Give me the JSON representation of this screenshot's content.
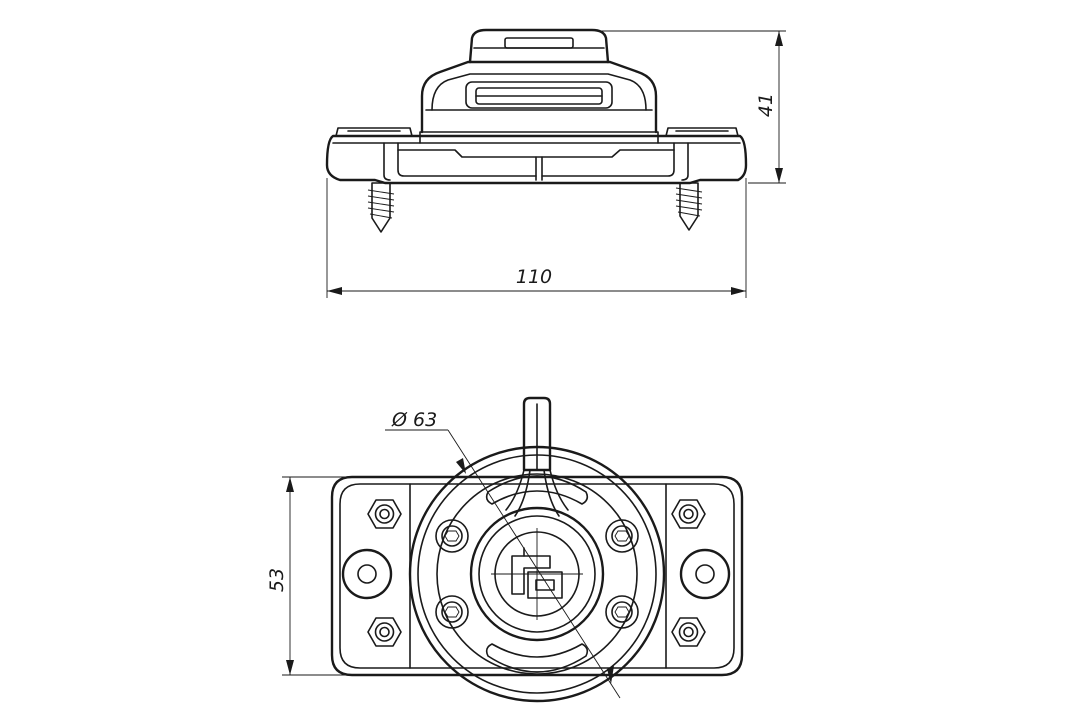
{
  "drawing": {
    "dimensions": {
      "width_label": "110",
      "height_label": "41",
      "depth_label": "53",
      "diameter_label": "Ø 63"
    },
    "colors": {
      "line": "#1a1a1a",
      "background": "#ffffff"
    }
  }
}
